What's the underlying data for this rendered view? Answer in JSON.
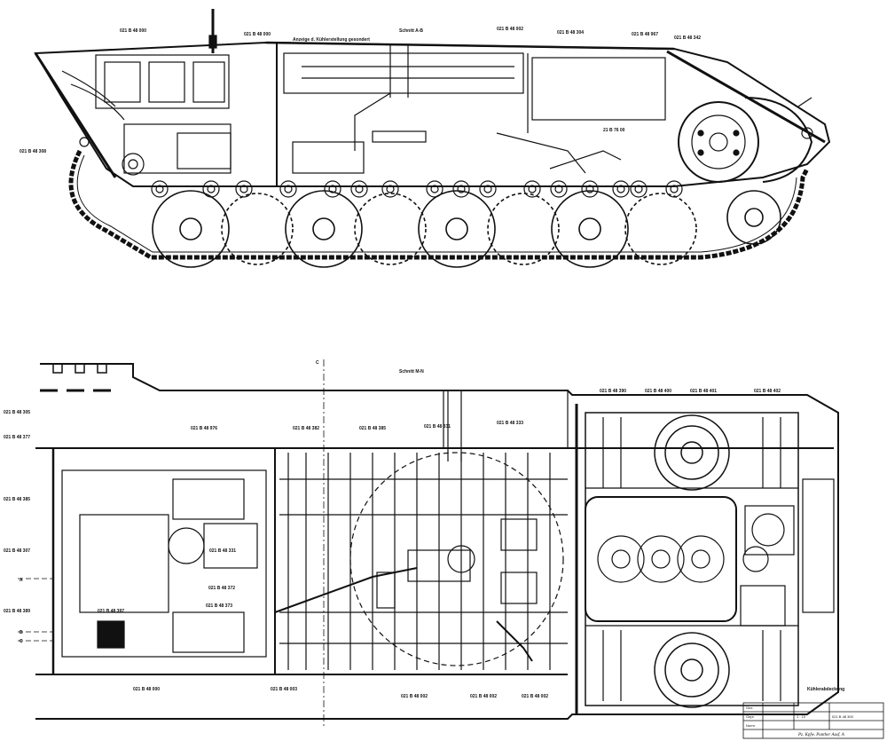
{
  "side_view": {
    "section_label": "Schnitt  A-B",
    "note": "Anzeige d. Kühlerstellung gesondert",
    "callouts": [
      "021 B 48 000",
      "021 B 48 000",
      "021 B 48 002",
      "021 B 48 304",
      "021 B 48 967",
      "021 B 48 342",
      "021 B 48 308",
      "21 B 76 00"
    ]
  },
  "plan_view": {
    "section_label": "Schnitt  M-N",
    "callouts": [
      "021 B 48 976",
      "021 B 48 382",
      "021 B 48 385",
      "021 B 48 331",
      "021 B 48 333",
      "021 B 48 390",
      "021 B 48 400",
      "021 B 48 401",
      "021 B 48 402",
      "021 B 48 331",
      "021 B 48 372",
      "021 B 48 397",
      "021 B 48 373",
      "021 B 48 000",
      "021 B 48 003",
      "021 B 48 002",
      "021 B 48 002",
      "021 B 48 002"
    ],
    "left_callouts": [
      "021 B 48 305",
      "021 B 48 377",
      "021 B 48 385",
      "021 B 48 307",
      "021 B 48 389"
    ],
    "markers": [
      "A",
      "B",
      "C",
      "C"
    ],
    "radiator_note": "Kühlerabdeckung"
  },
  "title_block": {
    "designation": "Pz. Kpfw. Panther  Ausf. A",
    "drawing_no": "021 B 48 300",
    "scale": "1 : 10",
    "rows": [
      "Gez.",
      "Gepr.",
      "Norm"
    ]
  },
  "colors": {
    "ink": "#111111",
    "paper": "#ffffff"
  }
}
